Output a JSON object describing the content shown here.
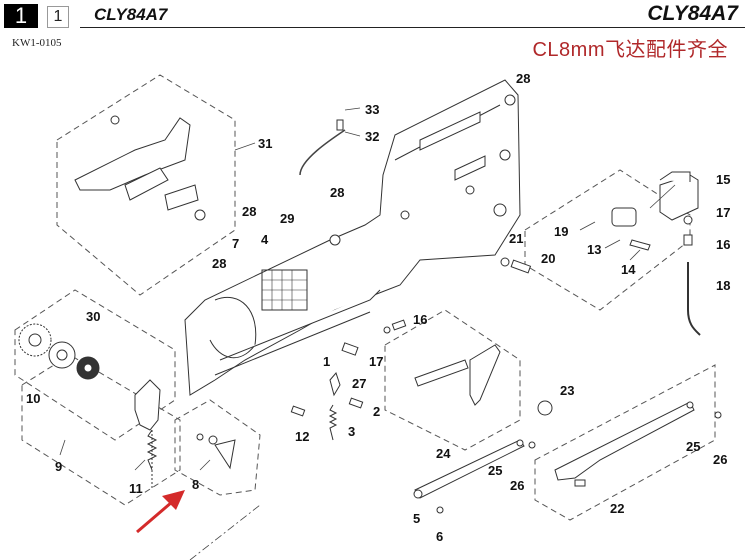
{
  "header": {
    "page_number": "1",
    "sub_number": "1",
    "model_left": "CLY84A7",
    "model_right": "CLY84A7",
    "doc_code": "KW1-0105",
    "promo_text": "CL8mm飞达配件齐全"
  },
  "colors": {
    "promo": "#b0282a",
    "arrow": "#d42a2a",
    "line": "#333333"
  },
  "diagram": {
    "title": "CLY84A7 8mm feeder exploded parts diagram",
    "highlighted_part": "8",
    "callouts": [
      {
        "id": "c33",
        "label": "33"
      },
      {
        "id": "c32",
        "label": "32"
      },
      {
        "id": "c31",
        "label": "31"
      },
      {
        "id": "c28a",
        "label": "28"
      },
      {
        "id": "c28b",
        "label": "28"
      },
      {
        "id": "c28c",
        "label": "28"
      },
      {
        "id": "c28d",
        "label": "28"
      },
      {
        "id": "c29",
        "label": "29"
      },
      {
        "id": "c7",
        "label": "7"
      },
      {
        "id": "c4",
        "label": "4"
      },
      {
        "id": "c15",
        "label": "15"
      },
      {
        "id": "c17a",
        "label": "17"
      },
      {
        "id": "c16a",
        "label": "16"
      },
      {
        "id": "c18",
        "label": "18"
      },
      {
        "id": "c19",
        "label": "19"
      },
      {
        "id": "c13",
        "label": "13"
      },
      {
        "id": "c14",
        "label": "14"
      },
      {
        "id": "c21",
        "label": "21"
      },
      {
        "id": "c20",
        "label": "20"
      },
      {
        "id": "c30",
        "label": "30"
      },
      {
        "id": "c10",
        "label": "10"
      },
      {
        "id": "c9",
        "label": "9"
      },
      {
        "id": "c11",
        "label": "11"
      },
      {
        "id": "c8",
        "label": "8"
      },
      {
        "id": "c16b",
        "label": "16"
      },
      {
        "id": "c17b",
        "label": "17"
      },
      {
        "id": "c27",
        "label": "27"
      },
      {
        "id": "c1",
        "label": "1"
      },
      {
        "id": "c2",
        "label": "2"
      },
      {
        "id": "c3",
        "label": "3"
      },
      {
        "id": "c12",
        "label": "12"
      },
      {
        "id": "c23",
        "label": "23"
      },
      {
        "id": "c24",
        "label": "24"
      },
      {
        "id": "c25a",
        "label": "25"
      },
      {
        "id": "c26a",
        "label": "26"
      },
      {
        "id": "c25b",
        "label": "25"
      },
      {
        "id": "c26b",
        "label": "26"
      },
      {
        "id": "c22",
        "label": "22"
      },
      {
        "id": "c5",
        "label": "5"
      },
      {
        "id": "c6",
        "label": "6"
      }
    ]
  }
}
